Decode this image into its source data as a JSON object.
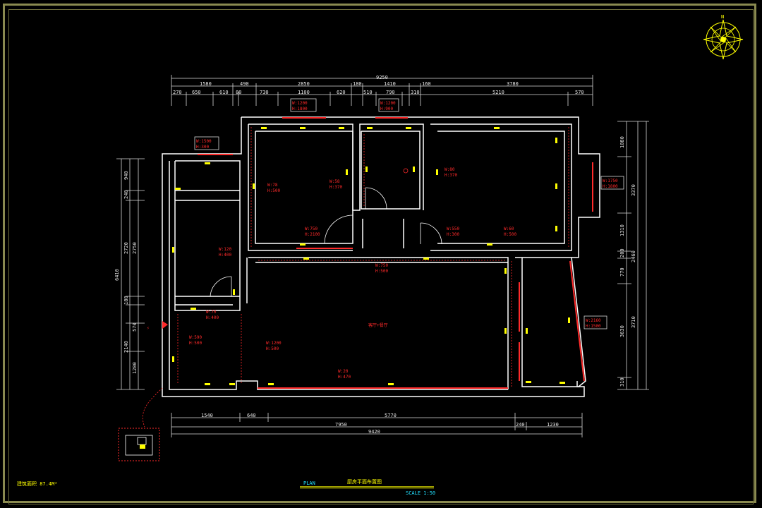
{
  "drawing": {
    "title": "厨房平面布置图",
    "subtitle": "PLAN",
    "scale": "SCALE 1:50",
    "area_note": "建筑面积 87.4M²",
    "center_label": "客厅+餐厅"
  },
  "dimensions": {
    "top_total": "9250",
    "top_row1": [
      "1580",
      "490",
      "2850",
      "180",
      "1410",
      "160",
      "3780"
    ],
    "top_row2": [
      "270",
      "650",
      "610",
      "80",
      "730",
      "1100",
      "620",
      "510",
      "790",
      "310",
      "5210",
      "570"
    ],
    "bottom_row1": [
      "1540",
      "640",
      "5770"
    ],
    "bottom_row2": [
      "7950",
      "240",
      "1230"
    ],
    "bottom_total": "9420",
    "left_total": "6410",
    "left_parts": [
      "940",
      "240",
      "2720",
      "2750",
      "180",
      "570",
      "2140",
      "1200"
    ],
    "right_parts": [
      "1080",
      "3370",
      "1310",
      "200",
      "2460",
      "770",
      "3630",
      "3710",
      "310"
    ]
  },
  "room_labels": [
    {
      "w": "W:1200",
      "h": "H:1800"
    },
    {
      "w": "W:1200",
      "h": "H:900"
    },
    {
      "w": "W:1500",
      "h": "H:300"
    },
    {
      "w": "W:1750",
      "h": "H:1800"
    },
    {
      "w": "W:2160",
      "h": "H:1500"
    }
  ],
  "wall_notes": [
    {
      "w": "W:78",
      "h": "H:500"
    },
    {
      "w": "W:58",
      "h": "H:370"
    },
    {
      "w": "W:80",
      "h": "H:370"
    },
    {
      "w": "W:60",
      "h": "H:500"
    },
    {
      "w": "W:750",
      "h": "H:2100"
    },
    {
      "w": "W:550",
      "h": "H:300"
    },
    {
      "w": "W:750",
      "h": "H:500"
    },
    {
      "w": "W:120",
      "h": "H:400"
    },
    {
      "w": "W:70",
      "h": "H:400"
    },
    {
      "w": "W:590",
      "h": "H:500"
    },
    {
      "w": "W:1200",
      "h": "H:500"
    },
    {
      "w": "W:20",
      "h": "H:470"
    }
  ],
  "colors": {
    "wall": "#ffffff",
    "dim": "#d8d8d8",
    "label": "#ff2a2a",
    "accent": "#ffff00",
    "frame": "#8a8a50",
    "cyan": "#22e0ff"
  },
  "icons": {
    "compass": "compass-rose-icon",
    "meter": "electric-meter-icon"
  }
}
